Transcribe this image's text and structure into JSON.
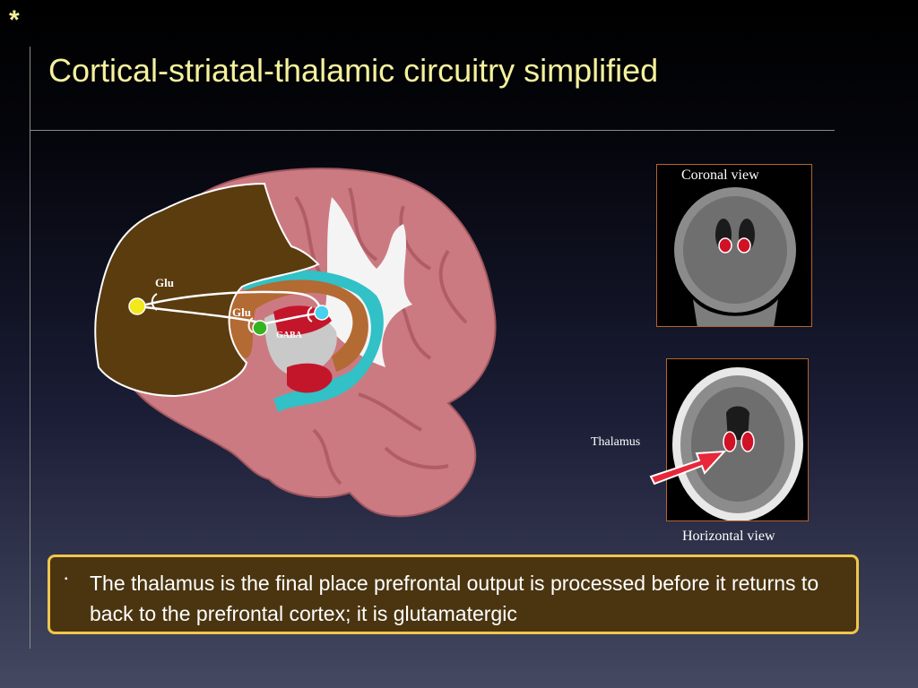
{
  "slide": {
    "asterisk": "*",
    "title": "Cortical-striatal-thalamic circuitry simplified"
  },
  "diagram": {
    "labels": {
      "glu_top": "Glu",
      "glu_mid": "Glu",
      "gaba": "GABA"
    },
    "colors": {
      "prefrontal": "#5a3c0f",
      "striatum": "#b36a33",
      "thalamus": "#c4162b",
      "cortex": "#cc7a82",
      "cingulum": "#31c1c6",
      "node_yellow": "#f2e81b",
      "node_green": "#35b421",
      "node_cyan": "#46d1ee"
    }
  },
  "images": {
    "coronal_label": "Coronal view",
    "horizontal_label": "Horizontal view",
    "thalamus_label": "Thalamus"
  },
  "textbox": {
    "bullet": "▪",
    "text": "The thalamus is the final place prefrontal output is processed before it returns to back to the prefrontal cortex; it is glutamatergic"
  },
  "colors": {
    "title": "#f5f19c",
    "box_border": "#f1c64c",
    "box_fill": "#4a3510"
  }
}
